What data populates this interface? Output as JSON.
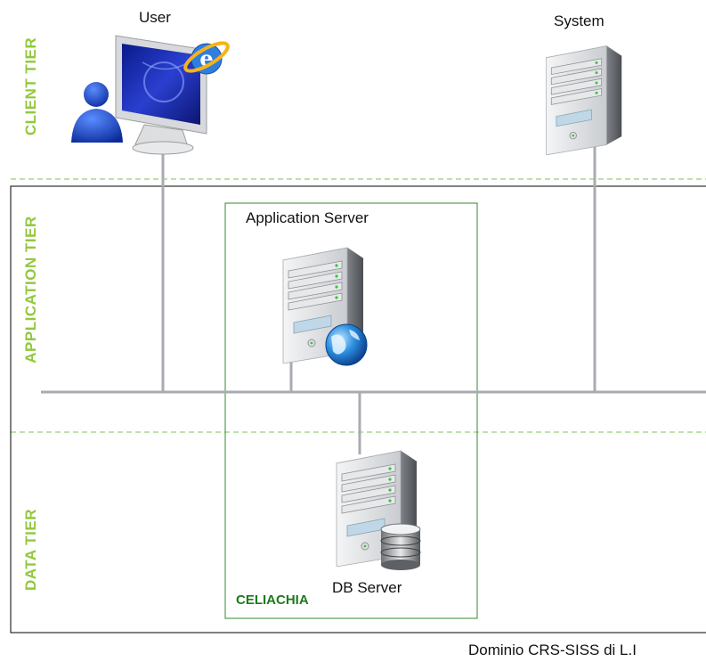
{
  "tiers": {
    "client": "CLIENT TIER",
    "application": "APPLICATION TIER",
    "data": "DATA TIER"
  },
  "nodes": {
    "user": "User",
    "system": "System",
    "application_server": "Application Server",
    "db_server": "DB Server"
  },
  "group_label": "CELIACHIA",
  "footer": "Dominio CRS-SISS di L.I",
  "colors": {
    "tier_text": "#92c83e",
    "separator": "#7cc35a",
    "group_border": "#2f8a2f",
    "group_text": "#1e7a1e",
    "line": "#a9abb0"
  }
}
